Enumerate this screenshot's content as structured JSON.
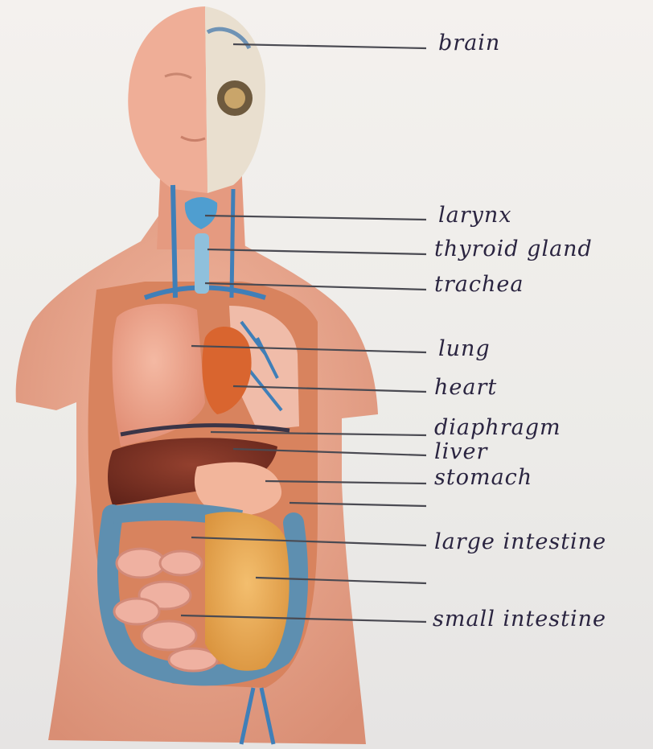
{
  "diagram": {
    "subject": "human torso anatomical model",
    "colors": {
      "skin": "#e8a58c",
      "skull": "#e6dccc",
      "lung": "#eba58e",
      "heart": "#d96a3a",
      "liver": "#7a2f22",
      "stomach": "#f0b49a",
      "intestine_large": "#5e8fb0",
      "intestine_small": "#efb1a1",
      "omentum": "#e9a84e",
      "veins": "#3f7fb8",
      "label_ink": "#2a2440",
      "leader_line": "#4a4a52"
    },
    "labels": [
      {
        "key": "brain",
        "text": "brain"
      },
      {
        "key": "larynx",
        "text": "larynx"
      },
      {
        "key": "thyroid",
        "text": "thyroid gland"
      },
      {
        "key": "trachea",
        "text": "trachea"
      },
      {
        "key": "lung",
        "text": "lung"
      },
      {
        "key": "heart",
        "text": "heart"
      },
      {
        "key": "diaphragm",
        "text": "diaphragm"
      },
      {
        "key": "liver",
        "text": "liver"
      },
      {
        "key": "stomach",
        "text": "stomach"
      },
      {
        "key": "unlabeled1",
        "text": ""
      },
      {
        "key": "large_intestine",
        "text": "large intestine"
      },
      {
        "key": "unlabeled2",
        "text": ""
      },
      {
        "key": "small_intestine",
        "text": "small intestine"
      }
    ]
  }
}
